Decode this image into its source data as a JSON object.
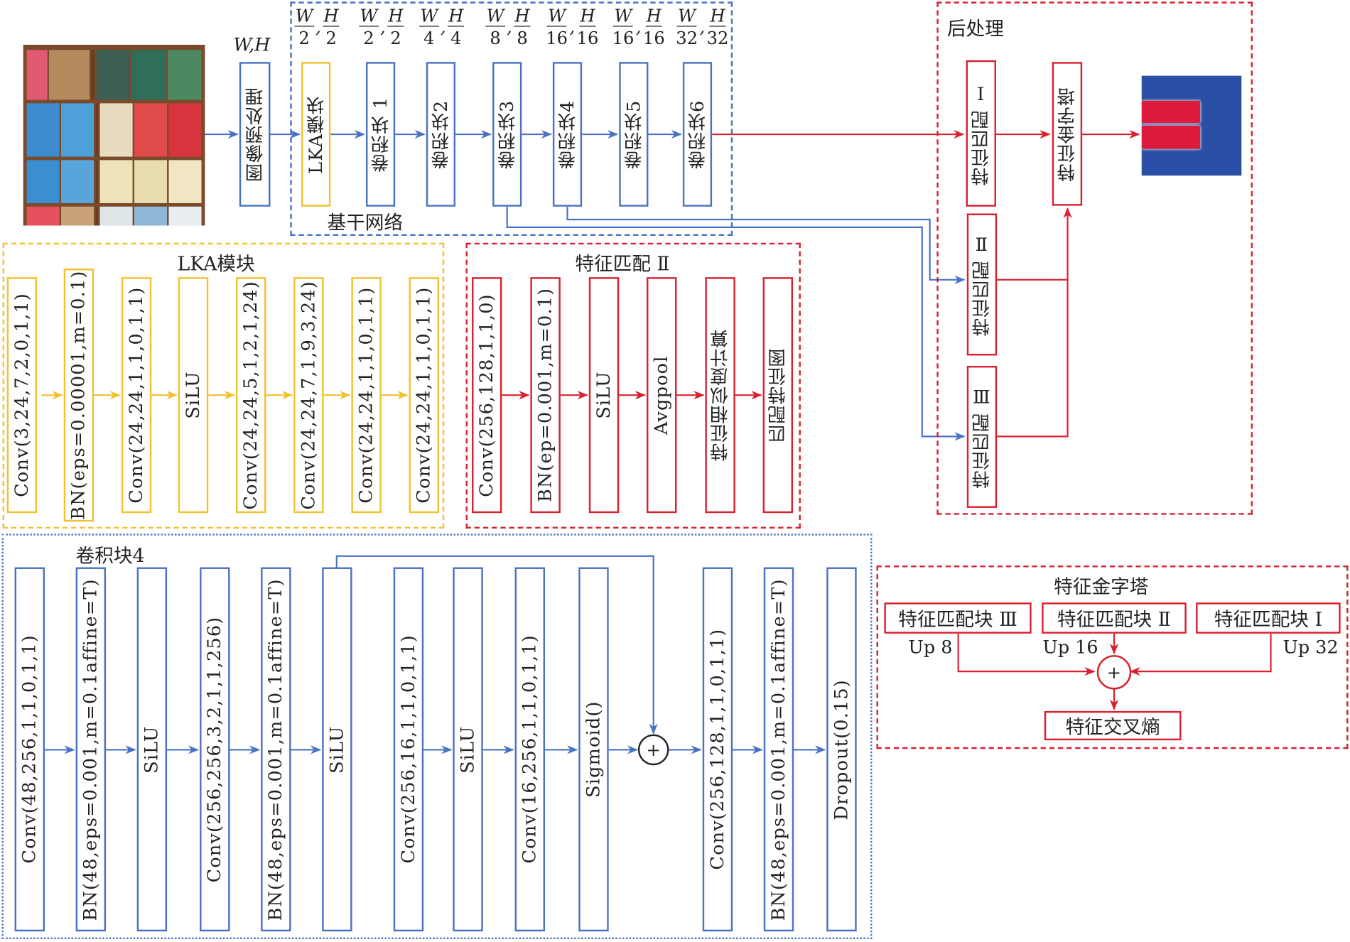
{
  "colors": {
    "blue": "#4a72c4",
    "yellow": "#f2c12e",
    "red": "#d9202f",
    "heatmap_bg": "#2b4fa5",
    "heatmap_hot": "#dc1a3c"
  },
  "input": {
    "image_desc": "bookshelf photo",
    "size_label": "W,H"
  },
  "preprocess": {
    "label": "图像预处理"
  },
  "backbone": {
    "title": "基干网络",
    "blocks": [
      {
        "label": "LKA模块",
        "w_den": "2",
        "h_den": "2",
        "color": "yellow"
      },
      {
        "label": "卷积块 1",
        "w_den": "2",
        "h_den": "2",
        "color": "blue"
      },
      {
        "label": "卷积块2",
        "w_den": "4",
        "h_den": "4",
        "color": "blue"
      },
      {
        "label": "卷积块3",
        "w_den": "8",
        "h_den": "8",
        "color": "blue"
      },
      {
        "label": "卷积块4",
        "w_den": "16",
        "h_den": "16",
        "color": "blue"
      },
      {
        "label": "卷积块5",
        "w_den": "16",
        "h_den": "16",
        "color": "blue"
      },
      {
        "label": "卷积块6",
        "w_den": "32",
        "h_den": "32",
        "color": "blue"
      }
    ],
    "w_num": "W",
    "h_num": "H"
  },
  "postprocess": {
    "title": "后处理",
    "match1": "特征匹配 Ⅰ",
    "match2": "特征匹配 Ⅱ",
    "match3": "特征匹配 Ⅲ",
    "pyramid": "特征金字塔"
  },
  "lka": {
    "title": "LKA模块",
    "blocks": [
      "Conv(3,24,7,2,0,1,1)",
      "BN(eps=0.00001,m=0.1)",
      "Conv(24,24,1,1,0,1,1)",
      "SiLU",
      "Conv(24,24,5,1,2,1,24)",
      "Conv(24,24,7,1,9,3,24)",
      "Conv(24,24,1,1,0,1,1)",
      "Conv(24,24,1,1,0,1,1)"
    ]
  },
  "match2_detail": {
    "title": "特征匹配 Ⅱ",
    "blocks": [
      "Conv(256,128,1,1,0)",
      "BN(ep=0.001,m=0.1)",
      "SiLU",
      "Avgpool",
      "特征相似度计算",
      "匹配特征图"
    ]
  },
  "conv4": {
    "title": "卷积块4",
    "blocks": [
      "Conv(48,256,1,1,0,1,1)",
      "BN(48,eps=0.001,m=0.1affine=T)",
      "SiLU",
      "Conv(256,256,3,2,1,1,256)",
      "BN(48,eps=0.001,m=0.1affine=T)",
      "SiLU",
      "Conv(256,16,1,1,0,1,1)",
      "SiLU",
      "Conv(16,256,1,1,0,1,1)",
      "Sigmoid()",
      "Conv(256,128,1,1,0,1,1)",
      "BN(48,eps=0.001,m=0.1affine=T)",
      "Dropout(0.15)"
    ],
    "add_symbol": "+"
  },
  "pyramid_detail": {
    "title": "特征金字塔",
    "boxes": [
      "特征匹配块 Ⅲ",
      "特征匹配块 Ⅱ",
      "特征匹配块 Ⅰ"
    ],
    "ups": [
      "Up 8",
      "Up 16",
      "Up 32"
    ],
    "add_symbol": "+",
    "output": "特征交叉熵"
  }
}
